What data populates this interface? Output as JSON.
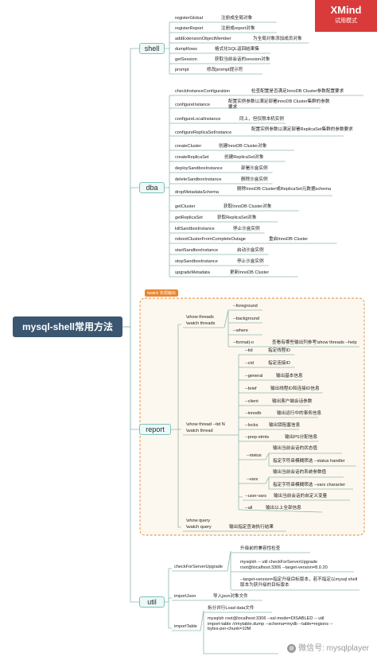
{
  "brand": {
    "name": "XMind",
    "sub": "试用模式"
  },
  "root": "mysql-shell常用方法",
  "watermark": "微信号: mysqlplayer",
  "watch_label": "\\watch 实现输出",
  "shell": {
    "name": "shell",
    "items": [
      {
        "m": "registerGlobal",
        "d": "注册成全局对象"
      },
      {
        "m": "registerReport",
        "d": "注册成report对象"
      },
      {
        "m": "addExtensionObjectMember",
        "d": "为全局对象添加成员对象"
      },
      {
        "m": "dumpRows",
        "d": "格式化SQL返回结果集"
      },
      {
        "m": "getSession",
        "d": "获取当前会话的session对象"
      },
      {
        "m": "prompt",
        "d": "修改prompt提示符"
      }
    ]
  },
  "dba": {
    "name": "dba",
    "items": [
      {
        "m": "checkInstanceConfiguration",
        "d": "检查配置是否满足InnoDB Cluster参数配置要求"
      },
      {
        "m": "configureInstance",
        "d": "配置实例参数以满足部署InnoDB Cluster集群的参数要求"
      },
      {
        "m": "configureLocalInstance",
        "d": "同上，但仅限本机实例"
      },
      {
        "m": "configureReplicaSetInstance",
        "d": "配置实例参数以满足部署ReplicaSet集群的参数要求"
      },
      {
        "m": "createCluster",
        "d": "创建InnoDB Cluster对象"
      },
      {
        "m": "createReplicaSet",
        "d": "创建ReplicaSet对象"
      },
      {
        "m": "deploySandboxInstance",
        "d": "部署沙盒实例"
      },
      {
        "m": "deleteSandboxInstance",
        "d": "删除沙盒实例"
      },
      {
        "m": "dropMetadataSchema",
        "d": "删除InnoDB Cluster或ReplicaSet元数据schema"
      },
      {
        "m": "getCluster",
        "d": "获取InnoDB Cluster对象"
      },
      {
        "m": "getReplicaSet",
        "d": "获取ReplicaSet对象"
      },
      {
        "m": "killSandboxInstance",
        "d": "停止沙盒实例"
      },
      {
        "m": "rebootClusterFromCompleteOutage",
        "d": "重启InnoDB Cluster"
      },
      {
        "m": "startSandboxInstance",
        "d": "启动沙盒实例"
      },
      {
        "m": "stopSandboxInstance",
        "d": "停止沙盒实例"
      },
      {
        "m": "upgradeMetadata",
        "d": "更新InnoDB Cluster"
      }
    ]
  },
  "report": {
    "name": "report",
    "threads": {
      "cmd": [
        "\\show threads",
        "\\watch threads"
      ],
      "opts": [
        {
          "o": "--foreground",
          "d": ""
        },
        {
          "o": "--background",
          "d": ""
        },
        {
          "o": "--where",
          "d": ""
        },
        {
          "o": "--format|-o",
          "d": "查看有哪些输出列参考\\show threads --help"
        }
      ]
    },
    "thread": {
      "cmd": [
        "\\show thread --tid N",
        "\\watch thread"
      ],
      "opts": [
        {
          "o": "--tid",
          "d": "指定线程ID"
        },
        {
          "o": "--cid",
          "d": "指定连接ID"
        },
        {
          "o": "--general",
          "d": "输出基本信息"
        },
        {
          "o": "--brief",
          "d": "输出线程ID和连接ID信息"
        },
        {
          "o": "--client",
          "d": "输出客户端会话参数"
        },
        {
          "o": "--innodb",
          "d": "输出运行中的事务信息"
        },
        {
          "o": "--locks",
          "d": "输出锁阻塞信息"
        },
        {
          "o": "--prep-stmts",
          "d": "输出PS分配信息"
        }
      ],
      "status": {
        "o": "--status",
        "subs": [
          "输出当前会话的状态值",
          "指定字符串模糊筛选 --status handler"
        ]
      },
      "vars": {
        "o": "--vars",
        "subs": [
          "输出当前会话的系统参数值",
          "指定字符串模糊筛选 --vars character"
        ]
      },
      "uservars": {
        "o": "--user-vars",
        "d": "输出当前会话的自定义变量"
      },
      "all": {
        "o": "--all",
        "d": "输出以上全部信息"
      }
    },
    "query": {
      "cmd": [
        "\\show query",
        "\\watch query"
      ],
      "d": "输出指定查询执行结果"
    }
  },
  "util": {
    "name": "util",
    "check": {
      "m": "checkForServerUpgrade",
      "subs": [
        "升级前的兼容性检查",
        "mysqlsh -- util checkForServerUpgrade root@localhost:3306 --target-version=8.0.20",
        "--target-version=指定升级目标版本，若不指定以mysql shell版本为获升级的目标版本"
      ]
    },
    "importjson": {
      "m": "importJson",
      "d": "导入json对象文件"
    },
    "importtable": {
      "m": "importTable",
      "subs": [
        "拆分并行Load data文件",
        "mysqlsh root@localhost:3306 --ssl-mode=DISABLED -- util import-table /r/mytable.dump --schema=mydb --table=regions --bytes-per-chunk=10M"
      ]
    }
  }
}
